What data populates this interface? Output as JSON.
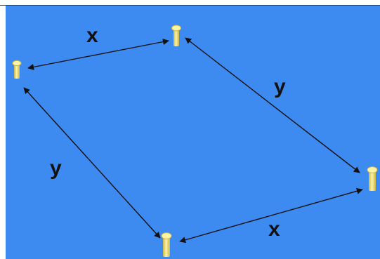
{
  "colors": {
    "field": "#3d8af0",
    "arrow": "#111111",
    "bolt_body": "#f2e27a",
    "bolt_shadow": "#c9b54a",
    "bolt_head": "#fff4a6"
  },
  "labels": {
    "top_x": "x",
    "bottom_x": "x",
    "right_y": "y",
    "left_y": "y"
  },
  "icons": {
    "marker": "post-icon"
  }
}
